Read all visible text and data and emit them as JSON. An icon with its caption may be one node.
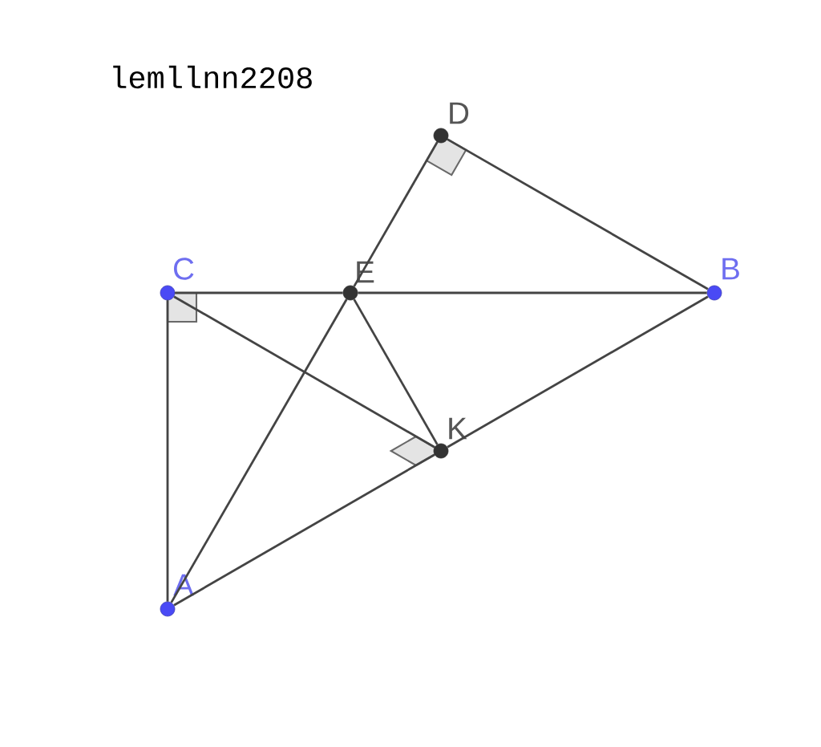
{
  "diagram": {
    "nodes": [
      {
        "text": [
          "D"
        ]
      },
      {
        "text": [
          "C"
        ]
      },
      {
        "text": [
          "E"
        ]
      },
      {
        "text": [
          "B"
        ]
      },
      {
        "text": [
          "K"
        ]
      },
      {
        "text": [
          "A"
        ]
      }
    ],
    "edges": [
      {
        "from": 1,
        "to": 2,
        "arrow": "none"
      },
      {
        "from": 2,
        "to": 3,
        "arrow": "none"
      },
      {
        "from": 2,
        "to": 0,
        "arrow": "none"
      },
      {
        "from": 0,
        "to": 3,
        "arrow": "none"
      },
      {
        "from": 1,
        "to": 5,
        "arrow": "none"
      },
      {
        "from": 1,
        "to": 4,
        "arrow": "none"
      },
      {
        "from": 5,
        "to": 2,
        "arrow": "none"
      },
      {
        "from": 2,
        "to": 4,
        "arrow": "none"
      },
      {
        "from": 5,
        "to": 4,
        "arrow": "none"
      },
      {
        "from": 4,
        "to": 3,
        "arrow": "none"
      }
    ],
    "labels": [
      "lemllnn2208"
    ]
  }
}
